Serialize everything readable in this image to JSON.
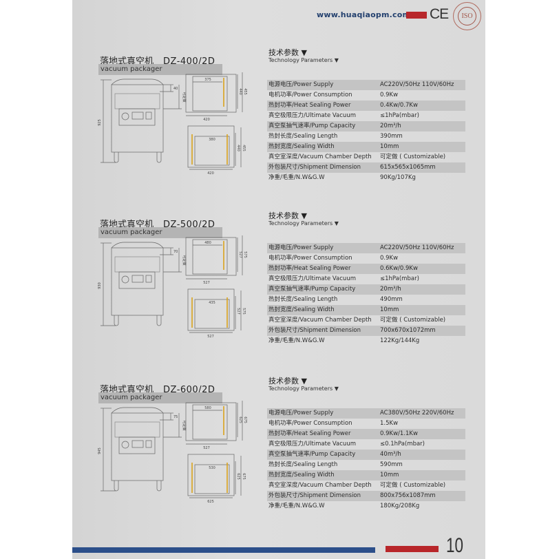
{
  "header": {
    "url": "www.huaqiaopm.com",
    "ce_mark": "CE",
    "iso_mark": "ISO"
  },
  "colors": {
    "blue": "#2c4f8a",
    "red": "#b8262a",
    "stripe": "#c4c4c4",
    "seal_bar": "#d9a21b"
  },
  "sections": [
    {
      "title_cn": "落地式真空机",
      "model": "DZ-400/2D",
      "subtitle": "vacuum packager",
      "params_cn": "技术参数 ▼",
      "params_en": "Technology Parameters ▼",
      "drawing": {
        "height": "925",
        "lid": "40",
        "custom": "可定做",
        "top_inner": "375",
        "top_outer": "420",
        "top_side1": "440",
        "top_side2": "455",
        "bot_inner": "380",
        "bot_width": "420",
        "bot_side1": "440",
        "bot_side2": "455"
      },
      "rows": [
        {
          "k": "电源电压/Power Supply",
          "v": "AC220V/50Hz 110V/60Hz"
        },
        {
          "k": "电机功率/Power Consumption",
          "v": "0.9Kw"
        },
        {
          "k": "热封功率/Heat Sealing Power",
          "v": "0.4Kw/0.7Kw"
        },
        {
          "k": "真空极限压力/Ultimate Vacuum",
          "v": "≤1hPa(mbar)"
        },
        {
          "k": "真空泵抽气速率/Pump Capacity",
          "v": "20m³/h"
        },
        {
          "k": "热封长度/Sealing Length",
          "v": "390mm"
        },
        {
          "k": "热封宽度/Sealing Width",
          "v": "10mm"
        },
        {
          "k": "真空室深度/Vacuum Chamber Depth",
          "v": "可定做 ( Customizable)"
        },
        {
          "k": "外包装尺寸/Shipment Dimension",
          "v": "615x565x1065mm"
        },
        {
          "k": "净重/毛重/N.W&G.W",
          "v": "90Kg/107Kg"
        }
      ]
    },
    {
      "title_cn": "落地式真空机",
      "model": "DZ-500/2D",
      "subtitle": "vacuum packager",
      "params_cn": "技术参数 ▼",
      "params_en": "Technology Parameters ▼",
      "drawing": {
        "height": "930",
        "lid": "70",
        "custom": "可定做",
        "top_inner": "480",
        "top_outer": "527",
        "top_side1": "527",
        "top_side2": "575",
        "bot_inner": "435",
        "bot_width": "527",
        "bot_side1": "527",
        "bot_side2": "575"
      },
      "rows": [
        {
          "k": "电源电压/Power Supply",
          "v": "AC220V/50Hz 110V/60Hz"
        },
        {
          "k": "电机功率/Power Consumption",
          "v": "0.9Kw"
        },
        {
          "k": "热封功率/Heat Sealing Power",
          "v": "0.6Kw/0.9Kw"
        },
        {
          "k": "真空极限压力/Ultimate Vacuum",
          "v": "≤1hPa(mbar)"
        },
        {
          "k": "真空泵抽气速率/Pump Capacity",
          "v": "20m³/h"
        },
        {
          "k": "热封长度/Sealing Length",
          "v": "490mm"
        },
        {
          "k": "热封宽度/Sealing Width",
          "v": "10mm"
        },
        {
          "k": "真空室深度/Vacuum Chamber Depth",
          "v": "可定做 ( Customizable)"
        },
        {
          "k": "外包装尺寸/Shipment Dimension",
          "v": "700x670x1072mm"
        },
        {
          "k": "净重/毛重/N.W&G.W",
          "v": "122Kg/144Kg"
        }
      ]
    },
    {
      "title_cn": "落地式真空机",
      "model": "DZ-600/2D",
      "subtitle": "vacuum packager",
      "params_cn": "技术参数 ▼",
      "params_en": "Technology Parameters ▼",
      "drawing": {
        "height": "945",
        "lid": "75",
        "custom": "可定做",
        "top_inner": "580",
        "top_outer": "527",
        "top_side1": "625",
        "top_side2": "675",
        "bot_inner": "530",
        "bot_width": "625",
        "bot_side1": "625",
        "bot_side2": "675"
      },
      "rows": [
        {
          "k": "电源电压/Power Supply",
          "v": "AC380V/50Hz 220V/60Hz"
        },
        {
          "k": "电机功率/Power Consumption",
          "v": "1.5Kw"
        },
        {
          "k": "热封功率/Heat Sealing Power",
          "v": "0.9Kw/1.1Kw"
        },
        {
          "k": "真空极限压力/Ultimate Vacuum",
          "v": "≤0.1hPa(mbar)"
        },
        {
          "k": "真空泵抽气速率/Pump Capacity",
          "v": "40m³/h"
        },
        {
          "k": "热封长度/Sealing Length",
          "v": "590mm"
        },
        {
          "k": "热封宽度/Sealing Width",
          "v": "10mm"
        },
        {
          "k": "真空室深度/Vacuum Chamber Depth",
          "v": "可定做 ( Customizable)"
        },
        {
          "k": "外包装尺寸/Shipment Dimension",
          "v": "800x756x1087mm"
        },
        {
          "k": "净重/毛重/N.W&G.W",
          "v": "180Kg/208Kg"
        }
      ]
    }
  ],
  "footer": {
    "page_number": "10"
  }
}
